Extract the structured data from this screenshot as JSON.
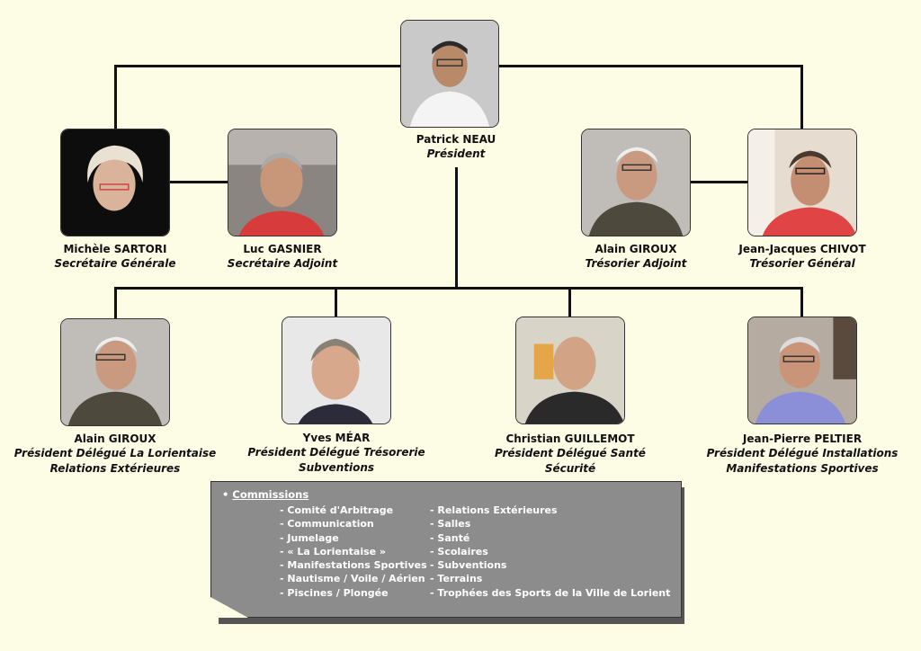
{
  "president": {
    "name": "Patrick NEAU",
    "role": "Président"
  },
  "row1": [
    {
      "name": "Michèle SARTORI",
      "role": "Secrétaire Générale"
    },
    {
      "name": "Luc GASNIER",
      "role": "Secrétaire Adjoint"
    },
    {
      "name": "Alain GIROUX",
      "role": "Trésorier Adjoint"
    },
    {
      "name": "Jean-Jacques CHIVOT",
      "role": "Trésorier Général"
    }
  ],
  "row2": [
    {
      "name": "Alain GIROUX",
      "role1": "Président Délégué La Lorientaise",
      "role2": "Relations Extérieures"
    },
    {
      "name": "Yves MÉAR",
      "role1": "Président Délégué Trésorerie",
      "role2": "Subventions"
    },
    {
      "name": "Christian GUILLEMOT",
      "role1": "Président Délégué Santé",
      "role2": "Sécurité"
    },
    {
      "name": "Jean-Pierre PELTIER",
      "role1": "Président Délégué Installations",
      "role2": "Manifestations Sportives"
    }
  ],
  "commissions": {
    "bullet": "•",
    "title": "Commissions",
    "left": [
      "- Comité d'Arbitrage",
      "- Communication",
      "- Jumelage",
      "- « La Lorientaise »",
      "- Manifestations Sportives",
      "- Nautisme / Voile / Aérien",
      "- Piscines / Plongée"
    ],
    "right": [
      "- Relations Extérieures",
      "- Salles",
      "- Santé",
      "- Scolaires",
      "- Subventions",
      "- Terrains",
      "- Trophées des Sports de la Ville de Lorient"
    ]
  },
  "colors": {
    "background": "#fdfce5",
    "connector": "#111111",
    "box": "#8c8c8c"
  }
}
